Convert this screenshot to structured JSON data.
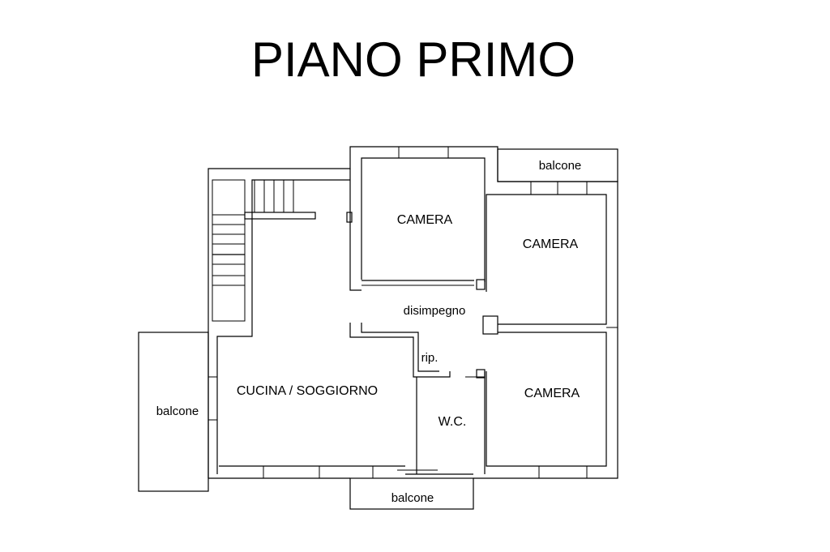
{
  "title": "PIANO PRIMO",
  "rooms": {
    "camera_1": "CAMERA",
    "camera_2": "CAMERA",
    "camera_3": "CAMERA",
    "cucina_soggiorno": "CUCINA / SOGGIORNO",
    "disimpegno": "disimpegno",
    "ripostiglio": "rip.",
    "wc": "W.C.",
    "balcone_top": "balcone",
    "balcone_left": "balcone",
    "balcone_bottom": "balcone"
  },
  "colors": {
    "line": "#000000",
    "background": "#ffffff"
  }
}
